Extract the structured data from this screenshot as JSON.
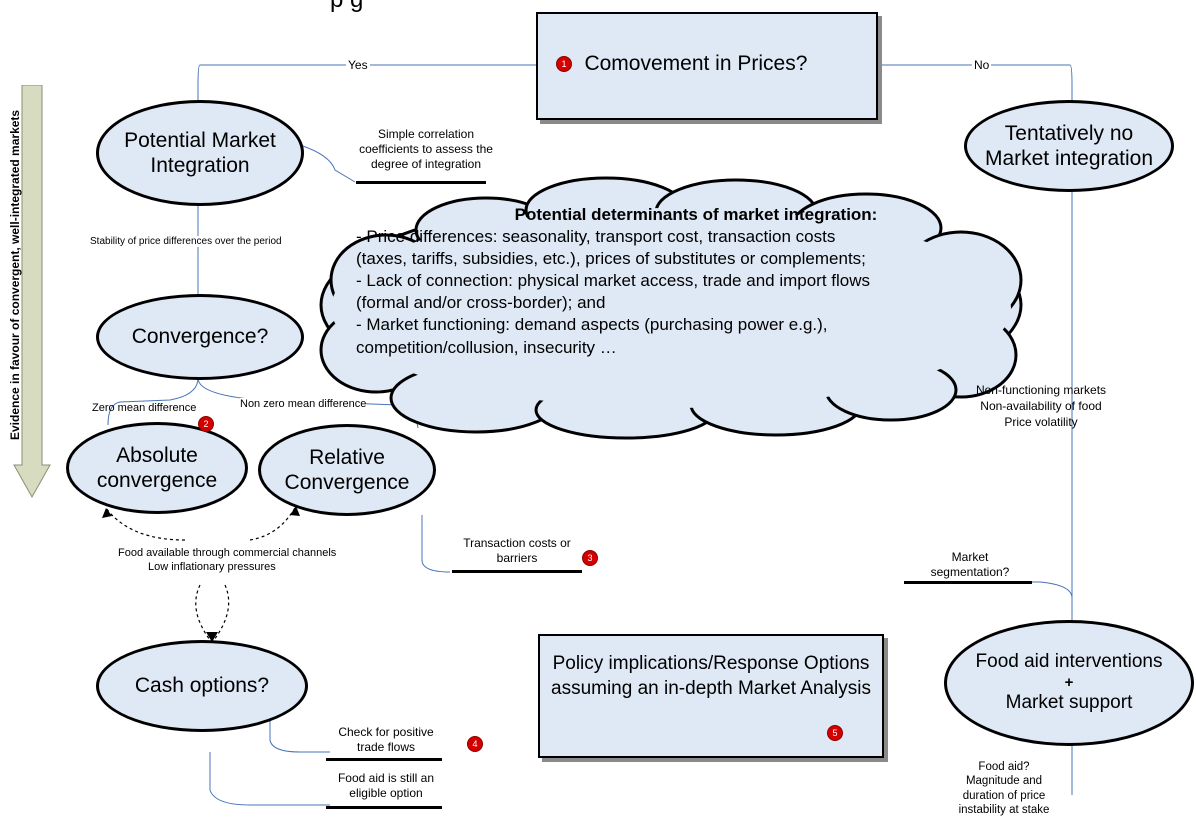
{
  "title_fragment": "p                              g",
  "question": "Comovement in Prices?",
  "branch_yes": "Yes",
  "branch_no": "No",
  "nodes": {
    "potential_integration": "Potential Market Integration",
    "tentatively_no": "Tentatively no Market integration",
    "convergence": "Convergence?",
    "absolute": "Absolute convergence",
    "relative": "Relative Convergence",
    "cash": "Cash options?",
    "food_aid_line1": "Food aid interventions",
    "food_aid_plus": "+",
    "food_aid_line2": "Market support"
  },
  "notes": {
    "correlation": "Simple correlation coefficients to assess the degree of integration",
    "stability": "Stability of price differences over the period",
    "zero_mean": "Zero mean  difference",
    "non_zero_mean": "Non zero mean difference",
    "food_available": "Food available through commercial channels",
    "low_inflation": "Low inflationary pressures",
    "transaction_costs": "Transaction costs or barriers",
    "non_functioning": "Non-functioning markets",
    "non_availability": "Non-availability of food",
    "price_volatility": "Price volatility",
    "segmentation": "Market segmentation?",
    "positive_flows": "Check for positive trade flows",
    "food_aid_eligible": "Food aid is still an eligible option",
    "food_aid_question": "Food aid? Magnitude and duration of price instability at stake"
  },
  "policy_box": "Policy implications/Response Options assuming an in-depth Market Analysis",
  "cloud": {
    "heading": "Potential determinants of market integration:",
    "line1": " -  Price differences: seasonality, transport cost, transaction costs",
    "line2": "(taxes, tariffs, subsidies, etc.), prices of substitutes or complements;",
    "line3": " -  Lack of connection: physical market access, trade and import flows",
    "line4": "(formal and/or cross-border); and",
    "line5": " -  Market functioning: demand aspects (purchasing power e.g.),",
    "line6": "competition/collusion, insecurity …"
  },
  "side_arrow_label": "Evidence in favour of convergent, well-integrated markets",
  "badges": [
    "1",
    "2",
    "3",
    "4",
    "5"
  ],
  "colors": {
    "node_fill": "#dfe8f5",
    "connector": "#4a74b8",
    "badge": "#d40000"
  }
}
